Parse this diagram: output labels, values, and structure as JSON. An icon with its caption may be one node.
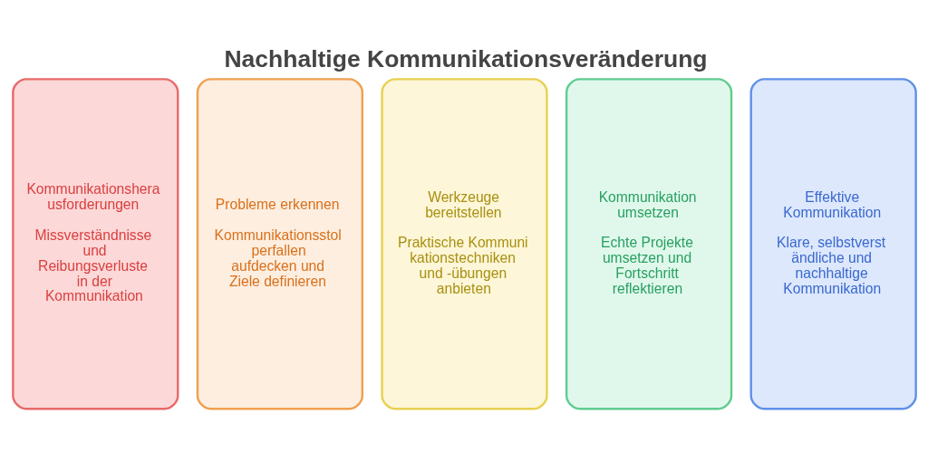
{
  "diagram": {
    "title": "Nachhaltige Kommunikationsveränderung",
    "nodes": [
      {
        "text": [
          "Kommunikationsherausforderungen",
          "Missverständnisse und Reibungsverluste in der Kommunikation"
        ]
      },
      {
        "text": [
          "Probleme erkennen",
          "Kommunikationsstolperfallen aufdecken und Ziele definieren"
        ]
      },
      {
        "text": [
          "Werkzeuge bereitstellen",
          "Praktische Kommunikationstechniken und -übungen anbieten"
        ]
      },
      {
        "text": [
          "Kommunikation umsetzen",
          "Echte Projekte umsetzen und Fortschritt reflektieren"
        ]
      },
      {
        "text": [
          "Effektive Kommunikation",
          "Klare, selbstverständliche und nachhaltige Kommunikation"
        ]
      }
    ]
  }
}
